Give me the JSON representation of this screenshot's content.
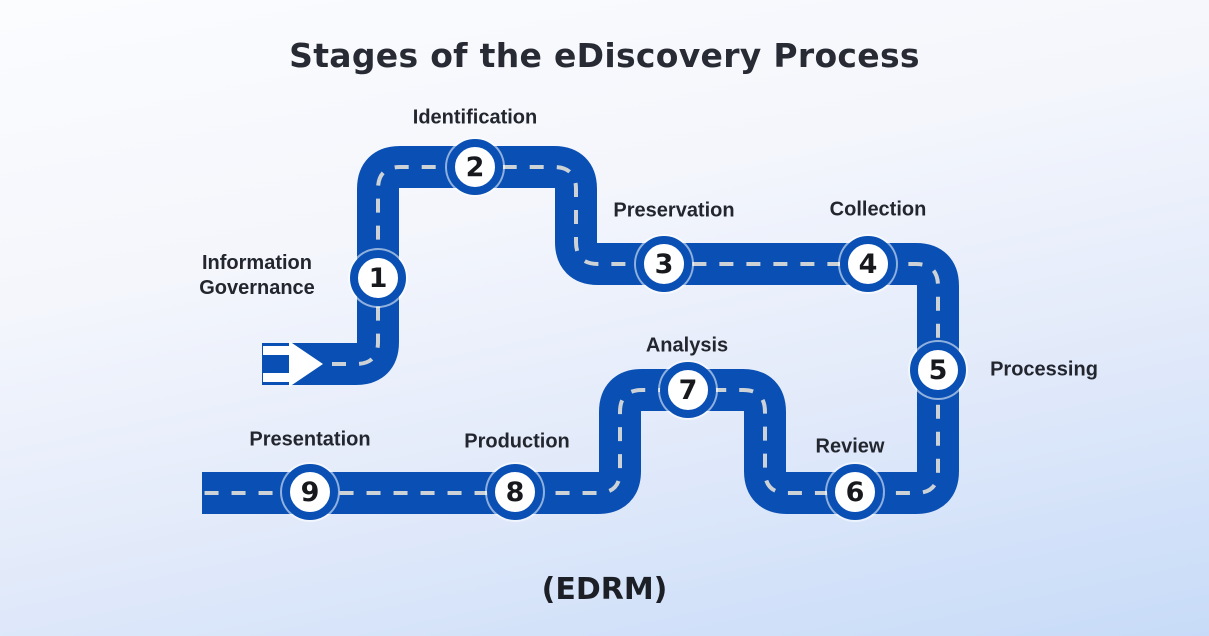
{
  "title": "Stages of the eDiscovery Process",
  "footer": "(EDRM)",
  "stages": [
    {
      "number": "1",
      "label": "Information Governance"
    },
    {
      "number": "2",
      "label": "Identification"
    },
    {
      "number": "3",
      "label": "Preservation"
    },
    {
      "number": "4",
      "label": "Collection"
    },
    {
      "number": "5",
      "label": "Processing"
    },
    {
      "number": "6",
      "label": "Review"
    },
    {
      "number": "7",
      "label": "Analysis"
    },
    {
      "number": "8",
      "label": "Production"
    },
    {
      "number": "9",
      "label": "Presentation"
    }
  ],
  "icons": {
    "start_arrow": "road-start-arrow-icon"
  },
  "colors": {
    "road": "#0a50b4",
    "road_dash": "#cdd2d6",
    "arrow": "#ffffff",
    "circle_ring": "#0a50b4",
    "circle_fill": "#ffffff",
    "number_text": "#17191d",
    "label_text": "#23262e",
    "title_text": "#282b33",
    "background_top": "#fbfcfe",
    "background_bottom": "#c7dbf8"
  }
}
